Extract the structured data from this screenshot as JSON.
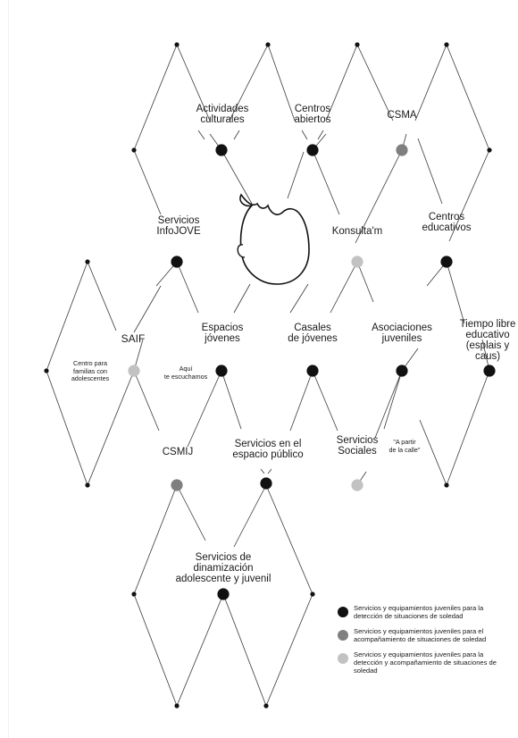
{
  "colors": {
    "detection": "#111111",
    "accompaniment": "#7f7f7f",
    "both": "#c2c2c2",
    "line": "#3a3a3a"
  },
  "nodes": {
    "actividades_culturales": "Actividades\nculturales",
    "centros_abiertos": "Centros\nabiertos",
    "csma": "CSMA",
    "servicios_infojove": "Servicios\nInfoJOVE",
    "konsultam": "Konsulta'm",
    "centros_educativos": "Centros\neducativos",
    "saif": "SAIF",
    "espacios_jovenes": "Espacios\njóvenes",
    "casales_jovenes": "Casales\nde jóvenes",
    "asociaciones_juveniles": "Asociaciones\njuveniles",
    "tiempo_libre": "Tiempo libre\neducativo\n(esplais y\ncaus)",
    "csmij": "CSMIJ",
    "servicios_espacio_publico": "Servicios en el\nespacio público",
    "servicios_sociales": "Servicios\nSociales",
    "servicios_dinamizacion": "Servicios  de\ndinamización\nadolescente y juvenil"
  },
  "annotations": {
    "centro_familias": "Centro para\nfamilias con\nadolescentes",
    "aqui_escuchamos": "Aquí\nte escuchamos",
    "a_partir_calle": "\"A partir\nde la calle\""
  },
  "legend": [
    {
      "color_key": "detection",
      "text": "Servicios y equipamientos juveniles para la detección de situaciones de soledad"
    },
    {
      "color_key": "accompaniment",
      "text": "Servicios y equipamientos juveniles para el acompañamiento de situaciones de soledad"
    },
    {
      "color_key": "both",
      "text": "Servicios y equipamientos juveniles para la detección y acompañamiento de situaciones de soledad"
    }
  ]
}
